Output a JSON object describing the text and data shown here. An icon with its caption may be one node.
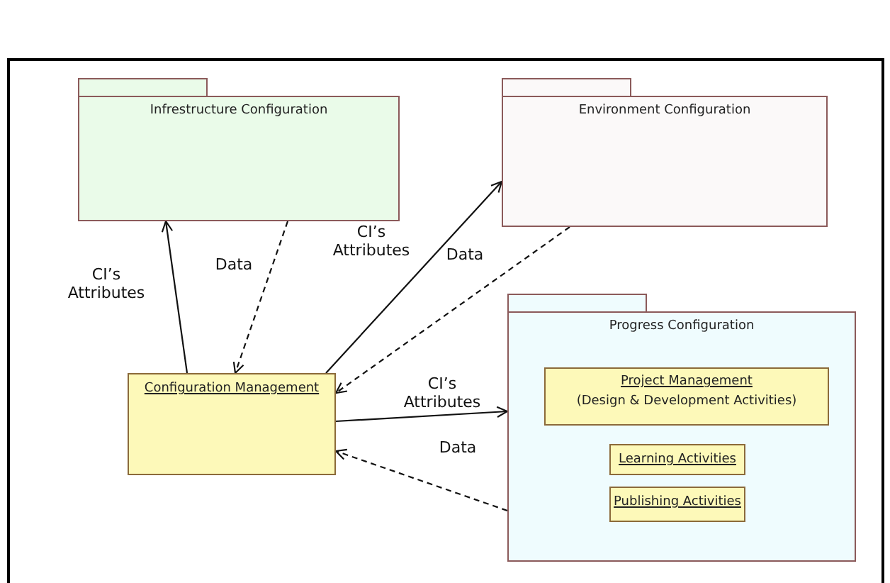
{
  "diagram": {
    "nodes": [
      {
        "text": [
          "Infrestructure Configuration"
        ]
      },
      {
        "text": [
          "Environment Configuration"
        ]
      },
      {
        "text": [
          "Progress Configuration"
        ]
      },
      {
        "text": [
          "Project Management",
          "(Design & Development Activities)"
        ],
        "in": 2
      },
      {
        "text": [
          "Learning Activities"
        ],
        "in": 2
      },
      {
        "text": [
          "Publishing Activities"
        ],
        "in": 2
      },
      {
        "text": [
          "Configuration Management"
        ]
      }
    ],
    "edges": [
      {
        "from": 6,
        "to": 0,
        "arrow": "to",
        "label": "CI’s Attributes"
      },
      {
        "from": 0,
        "to": 6,
        "arrow": "to",
        "label": "Data",
        "style": "dashed"
      },
      {
        "from": 6,
        "to": 1,
        "arrow": "to",
        "label": "CI’s Attributes"
      },
      {
        "from": 1,
        "to": 6,
        "arrow": "to",
        "label": "Data",
        "style": "dashed"
      },
      {
        "from": 6,
        "to": 2,
        "arrow": "to",
        "label": "CI’s Attributes"
      },
      {
        "from": 2,
        "to": 6,
        "arrow": "to",
        "label": "Data",
        "style": "dashed"
      }
    ]
  }
}
